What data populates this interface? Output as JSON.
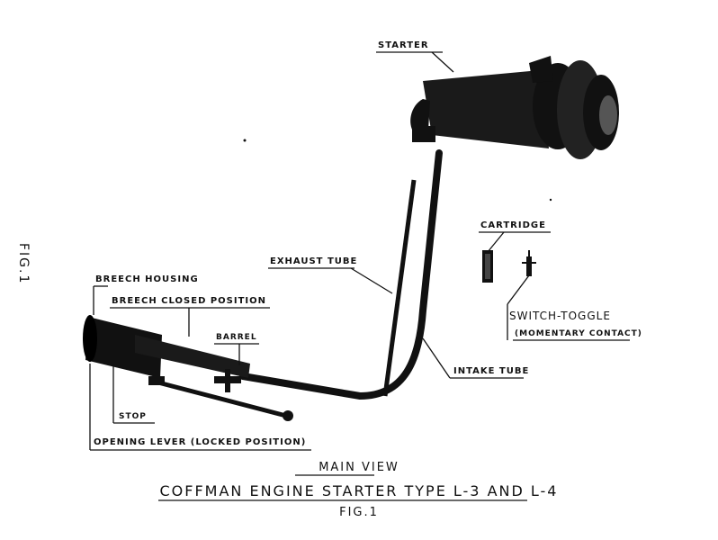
{
  "labels": {
    "starter": "STARTER",
    "cartridge": "CARTRIDGE",
    "exhaust_tube": "EXHAUST TUBE",
    "breech_housing": "BREECH HOUSING",
    "breech_closed": "BREECH  CLOSED POSITION",
    "barrel": "BARREL",
    "switch_toggle": "SWITCH-TOGGLE",
    "momentary_contact": "(MOMENTARY CONTACT)",
    "intake_tube": "INTAKE TUBE",
    "stop": "STOP",
    "opening_lever": "OPENING LEVER (LOCKED POSITION)"
  },
  "caption": {
    "title": "MAIN VIEW",
    "subtitle": "COFFMAN ENGINE STARTER TYPE L-3 AND L-4",
    "figure": "FIG.1"
  },
  "side_label": "FIG.1",
  "colors": {
    "ink": "#111111",
    "paper": "#ffffff"
  }
}
